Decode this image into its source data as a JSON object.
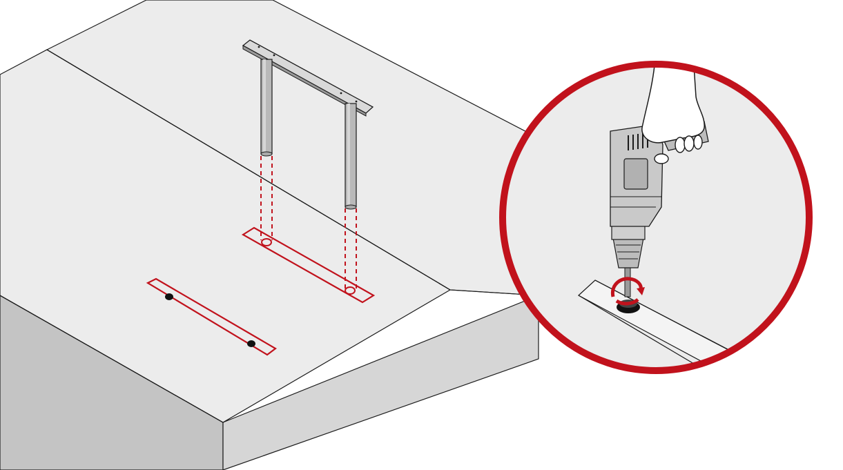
{
  "diagram": {
    "type": "assembly-instruction",
    "colors": {
      "background": "#ffffff",
      "panel_top": "#ececec",
      "panel_front": "#bfbfbf",
      "panel_side": "#d4d4d4",
      "edge": "#1a1a1a",
      "accent_red": "#c1121c",
      "metal": "#b9b9b9",
      "bracket": "#d9d9d9",
      "skin": "#ffffff",
      "drill_body": "#c9c9c9",
      "drill_dark": "#8a8a8a",
      "hole": "#111111"
    },
    "icons": {
      "leg_frame": "u-shaped-leg-frame-icon",
      "drill": "power-drill-icon",
      "hand": "hand-icon",
      "rotation": "rotation-arrow-icon"
    },
    "callout": {
      "shape": "circle",
      "border": "red",
      "shows": "detail-view"
    }
  }
}
